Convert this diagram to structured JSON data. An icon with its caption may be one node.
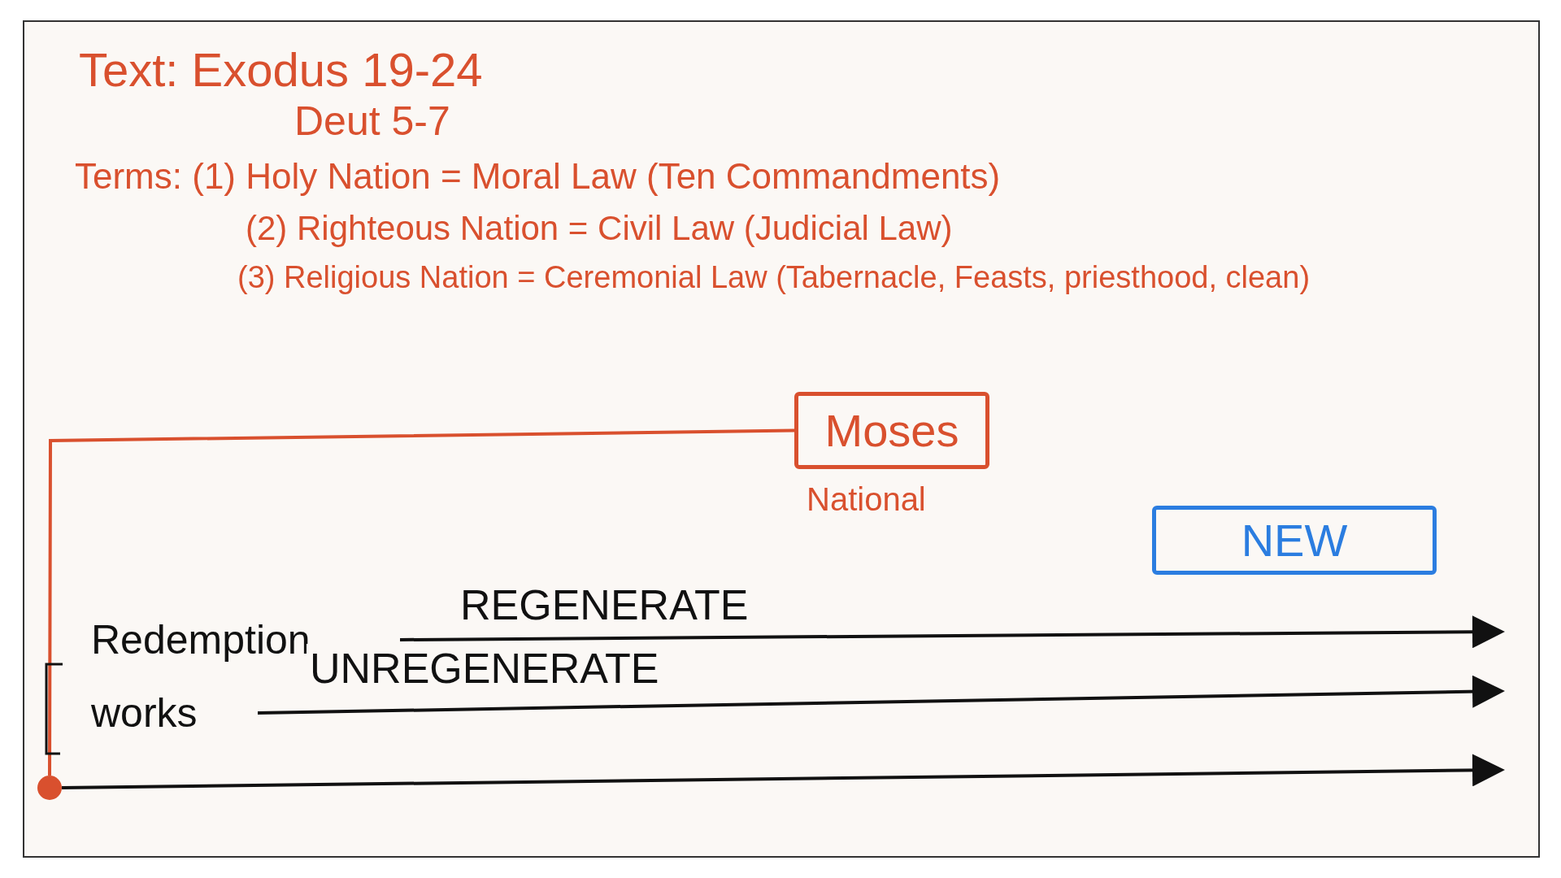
{
  "diagram": {
    "nodes": [
      {
        "text": [
          "Moses"
        ],
        "beside": [
          "National"
        ]
      },
      {
        "text": [
          "NEW"
        ]
      },
      {
        "text": [],
        "shape": "circle"
      },
      {
        "text": [
          "Redemption"
        ]
      },
      {
        "text": [
          "works"
        ]
      }
    ],
    "edges": [
      {
        "from": 0,
        "to": 2,
        "arrow": "none",
        "color": "#d9502e"
      },
      {
        "from": 3,
        "to": null,
        "arrow": "to",
        "label": "REGENERATE"
      },
      {
        "from": 4,
        "to": null,
        "arrow": "to",
        "label": "UNREGENERATE"
      },
      {
        "from": 2,
        "to": null,
        "arrow": "to"
      }
    ],
    "labels": [
      "Text: Exodus 19-24",
      "Deut 5-7",
      "Terms: (1) Holy Nation = Moral Law (Ten Commandments)",
      "(2) Righteous Nation = Civil Law (Judicial Law)",
      "(3) Religious Nation = Ceremonial Law (Tabernacle, Feasts, priesthood, clean)"
    ]
  }
}
